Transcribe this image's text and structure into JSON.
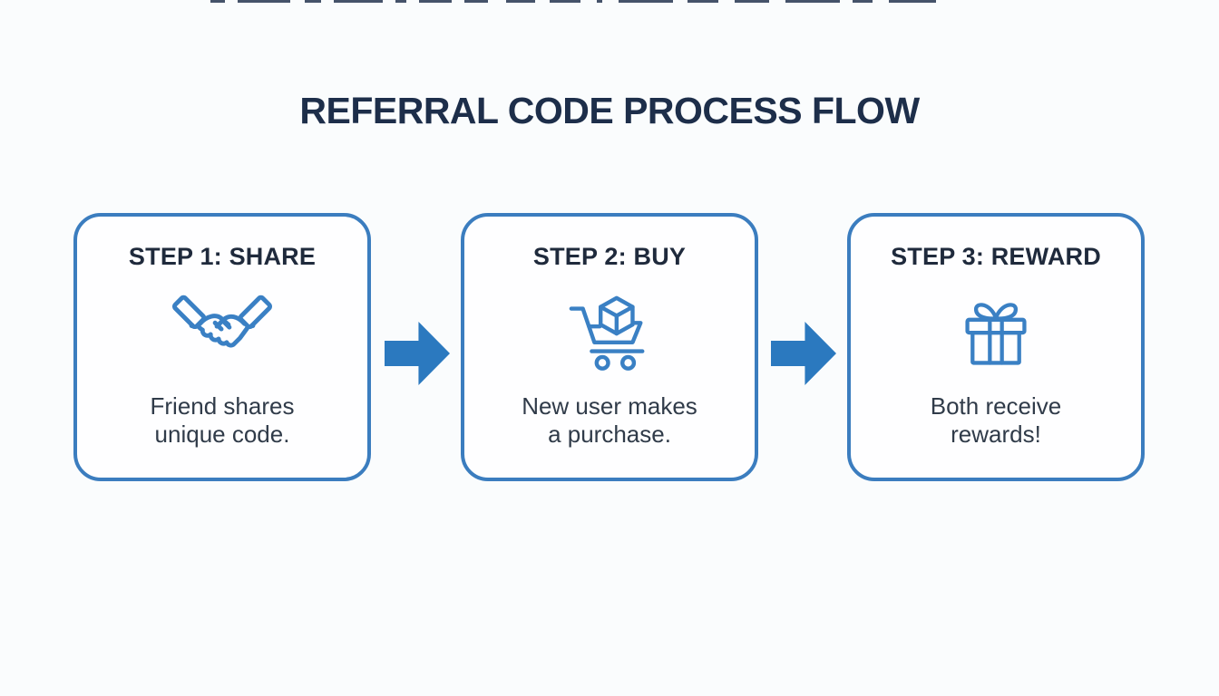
{
  "title": "REFERRAL CODE PROCESS FLOW",
  "colors": {
    "page_bg": "#fafcfd",
    "box_bg": "#fefeff",
    "border_blue": "#3b7dbf",
    "arrow_blue": "#2b79bf",
    "icon_blue": "#3a80c4",
    "title_navy": "#1d2e4a",
    "heading_navy": "#1f2a3c",
    "body_gray": "#303b49"
  },
  "steps": [
    {
      "heading": "STEP 1: SHARE",
      "icon": "handshake-icon",
      "lines": [
        "Friend shares",
        "unique code."
      ]
    },
    {
      "heading": "STEP 2: BUY",
      "icon": "shopping-cart-icon",
      "lines": [
        "New user makes",
        "a purchase."
      ]
    },
    {
      "heading": "STEP 3: REWARD",
      "icon": "gift-icon",
      "lines": [
        "Both receive",
        "rewards!"
      ]
    }
  ]
}
